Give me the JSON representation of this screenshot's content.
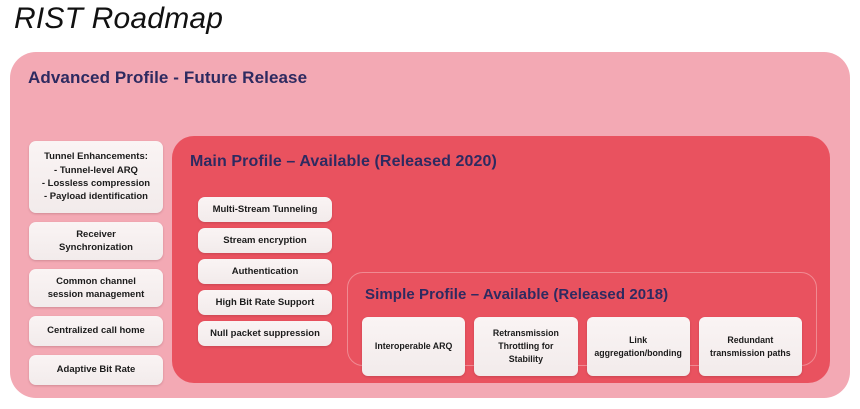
{
  "slide": {
    "title": "RIST Roadmap"
  },
  "colors": {
    "page_background": "#ffffff",
    "advanced_profile_background": "#f3a9b4",
    "main_profile_background": "#e9525f",
    "simple_profile_background": "#e9525f",
    "simple_profile_border": "#f08a92",
    "card_background": "#f8f2f2",
    "heading_text": "#2e2a60",
    "card_text": "#1b1b1b",
    "title_text": "#111111"
  },
  "advanced_profile": {
    "title": "Advanced Profile - Future Release",
    "features": [
      "Tunnel Enhancements:\n- Tunnel-level ARQ\n- Lossless compression\n- Payload identification",
      "Receiver\nSynchronization",
      "Common channel\nsession management",
      "Centralized call home",
      "Adaptive Bit Rate"
    ]
  },
  "main_profile": {
    "title": "Main Profile – Available (Released 2020)",
    "features": [
      "Multi-Stream Tunneling",
      "Stream encryption",
      "Authentication",
      "High Bit Rate Support",
      "Null packet suppression"
    ]
  },
  "simple_profile": {
    "title": "Simple Profile – Available (Released 2018)",
    "features": [
      "Interoperable ARQ",
      "Retransmission\nThrottling for\nStability",
      "Link\naggregation/bonding",
      "Redundant\ntransmission paths"
    ]
  }
}
